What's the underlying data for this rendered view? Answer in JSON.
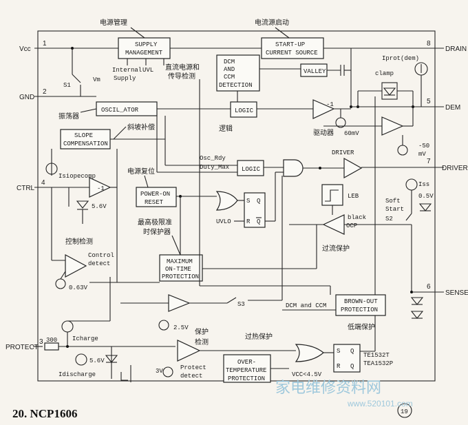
{
  "title": "20. NCP1606",
  "page_number": "19",
  "watermark": {
    "text": "家电维修资料网",
    "url": "www.520101.com"
  },
  "pins": [
    {
      "num": "1",
      "name": "Vcc"
    },
    {
      "num": "2",
      "name": "GND"
    },
    {
      "num": "3",
      "name": "PROTECT"
    },
    {
      "num": "4",
      "name": "CTRL"
    },
    {
      "num": "5",
      "name": "DEM"
    },
    {
      "num": "6",
      "name": "SENSE"
    },
    {
      "num": "7",
      "name": "DRIVER"
    },
    {
      "num": "8",
      "name": "DRAIN"
    }
  ],
  "blocks": {
    "supply_mgmt": [
      "SUPPLY",
      "MANAGEMENT"
    ],
    "startup": [
      "START-UP",
      "CURRENT SOURCE"
    ],
    "dcm": [
      "DCM",
      "AND",
      "CCM",
      "DETECTION"
    ],
    "valley": "VALLEY",
    "oscillator": "OSCIL_ATOR",
    "logic1": "LOGIC",
    "logic2": "LOGIC",
    "slope": [
      "SLOPE",
      "COMPENSATION"
    ],
    "por": [
      "POWER-ON",
      "RESET"
    ],
    "max_on": [
      "MAXIMUM",
      "ON-TIME",
      "PROTECTION"
    ],
    "brownout": [
      "BROWN-OUT",
      "PROTECTION"
    ],
    "otp": [
      "OVER-",
      "TEMPERATURE",
      "PROTECTION"
    ],
    "leb": "LEB",
    "driver": "DRIVER",
    "ocp": "OCP"
  },
  "labels": {
    "s1": "S1",
    "vm": "Vm",
    "internal": "Internal",
    "supply": "Supply",
    "uvl": "UVL",
    "iprot": "Iprot(dem)",
    "clamp": "clamp",
    "v60": "60mV",
    "v50a": "-50",
    "v50b": "mV",
    "isiopecomp": "Isiopecomp",
    "v56": "5.6V",
    "osc_rdy": "Osc_Rdy",
    "duty_max": "Duty_Max",
    "iss": "Iss",
    "v05": "0.5V",
    "soft": "Soft",
    "start": "Start",
    "s2": "S2",
    "black": "black",
    "s": "S",
    "q": "Q",
    "r": "R",
    "qb": "Q",
    "uvlo": "UVLO",
    "control": "Control",
    "detect": "detect",
    "v063": "0.63V",
    "s3": "S3",
    "dcm_ccm": "DCM and CCM",
    "v25": "2.5V",
    "icharge": "Icharge",
    "r300": "300",
    "v56b": "5.6V",
    "idischarge": "Idischarge",
    "v3": "3V",
    "protect": "Protect",
    "detect2": "detect",
    "te1": "TE1532T",
    "te2": "TEA1532P",
    "vcc45": "VCC<4.5V",
    "minus1": "-1"
  },
  "cn_labels": {
    "power_mgmt": "电源管理",
    "startup_cn": "电流源启动",
    "dc_cn1": "直流电源和",
    "dc_cn2": "传导检测",
    "osc_cn": "振荡器",
    "logic_cn": "逻辑",
    "slope_cn": "斜坡补偿",
    "drv_cn": "驱动器",
    "por_cn": "电源复位",
    "maxprot_cn1": "最高极限准",
    "maxprot_cn2": "时保护器",
    "ctrl_cn": "控制检测",
    "ocp_cn": "过流保护",
    "prot_cn1": "保护",
    "prot_cn2": "检测",
    "otp_cn": "过热保护",
    "lowprot_cn": "低端保护"
  }
}
